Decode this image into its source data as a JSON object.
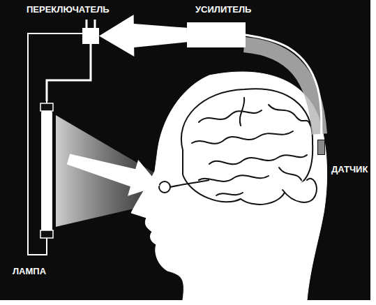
{
  "diagram": {
    "nodes": [
      {
        "text": [
          "ПЕРЕКЛЮЧАТЕЛЬ"
        ]
      },
      {
        "text": [
          "УСИЛИТЕЛЬ"
        ]
      },
      {
        "text": [
          "ЛАМПА"
        ]
      },
      {
        "text": [
          "ДАТЧИК"
        ]
      }
    ],
    "edges": [
      {
        "from": 3,
        "to": 1,
        "arrow": "none"
      },
      {
        "from": 1,
        "to": 0,
        "arrow": "to"
      },
      {
        "from": 0,
        "to": 2,
        "arrow": "none"
      }
    ]
  }
}
